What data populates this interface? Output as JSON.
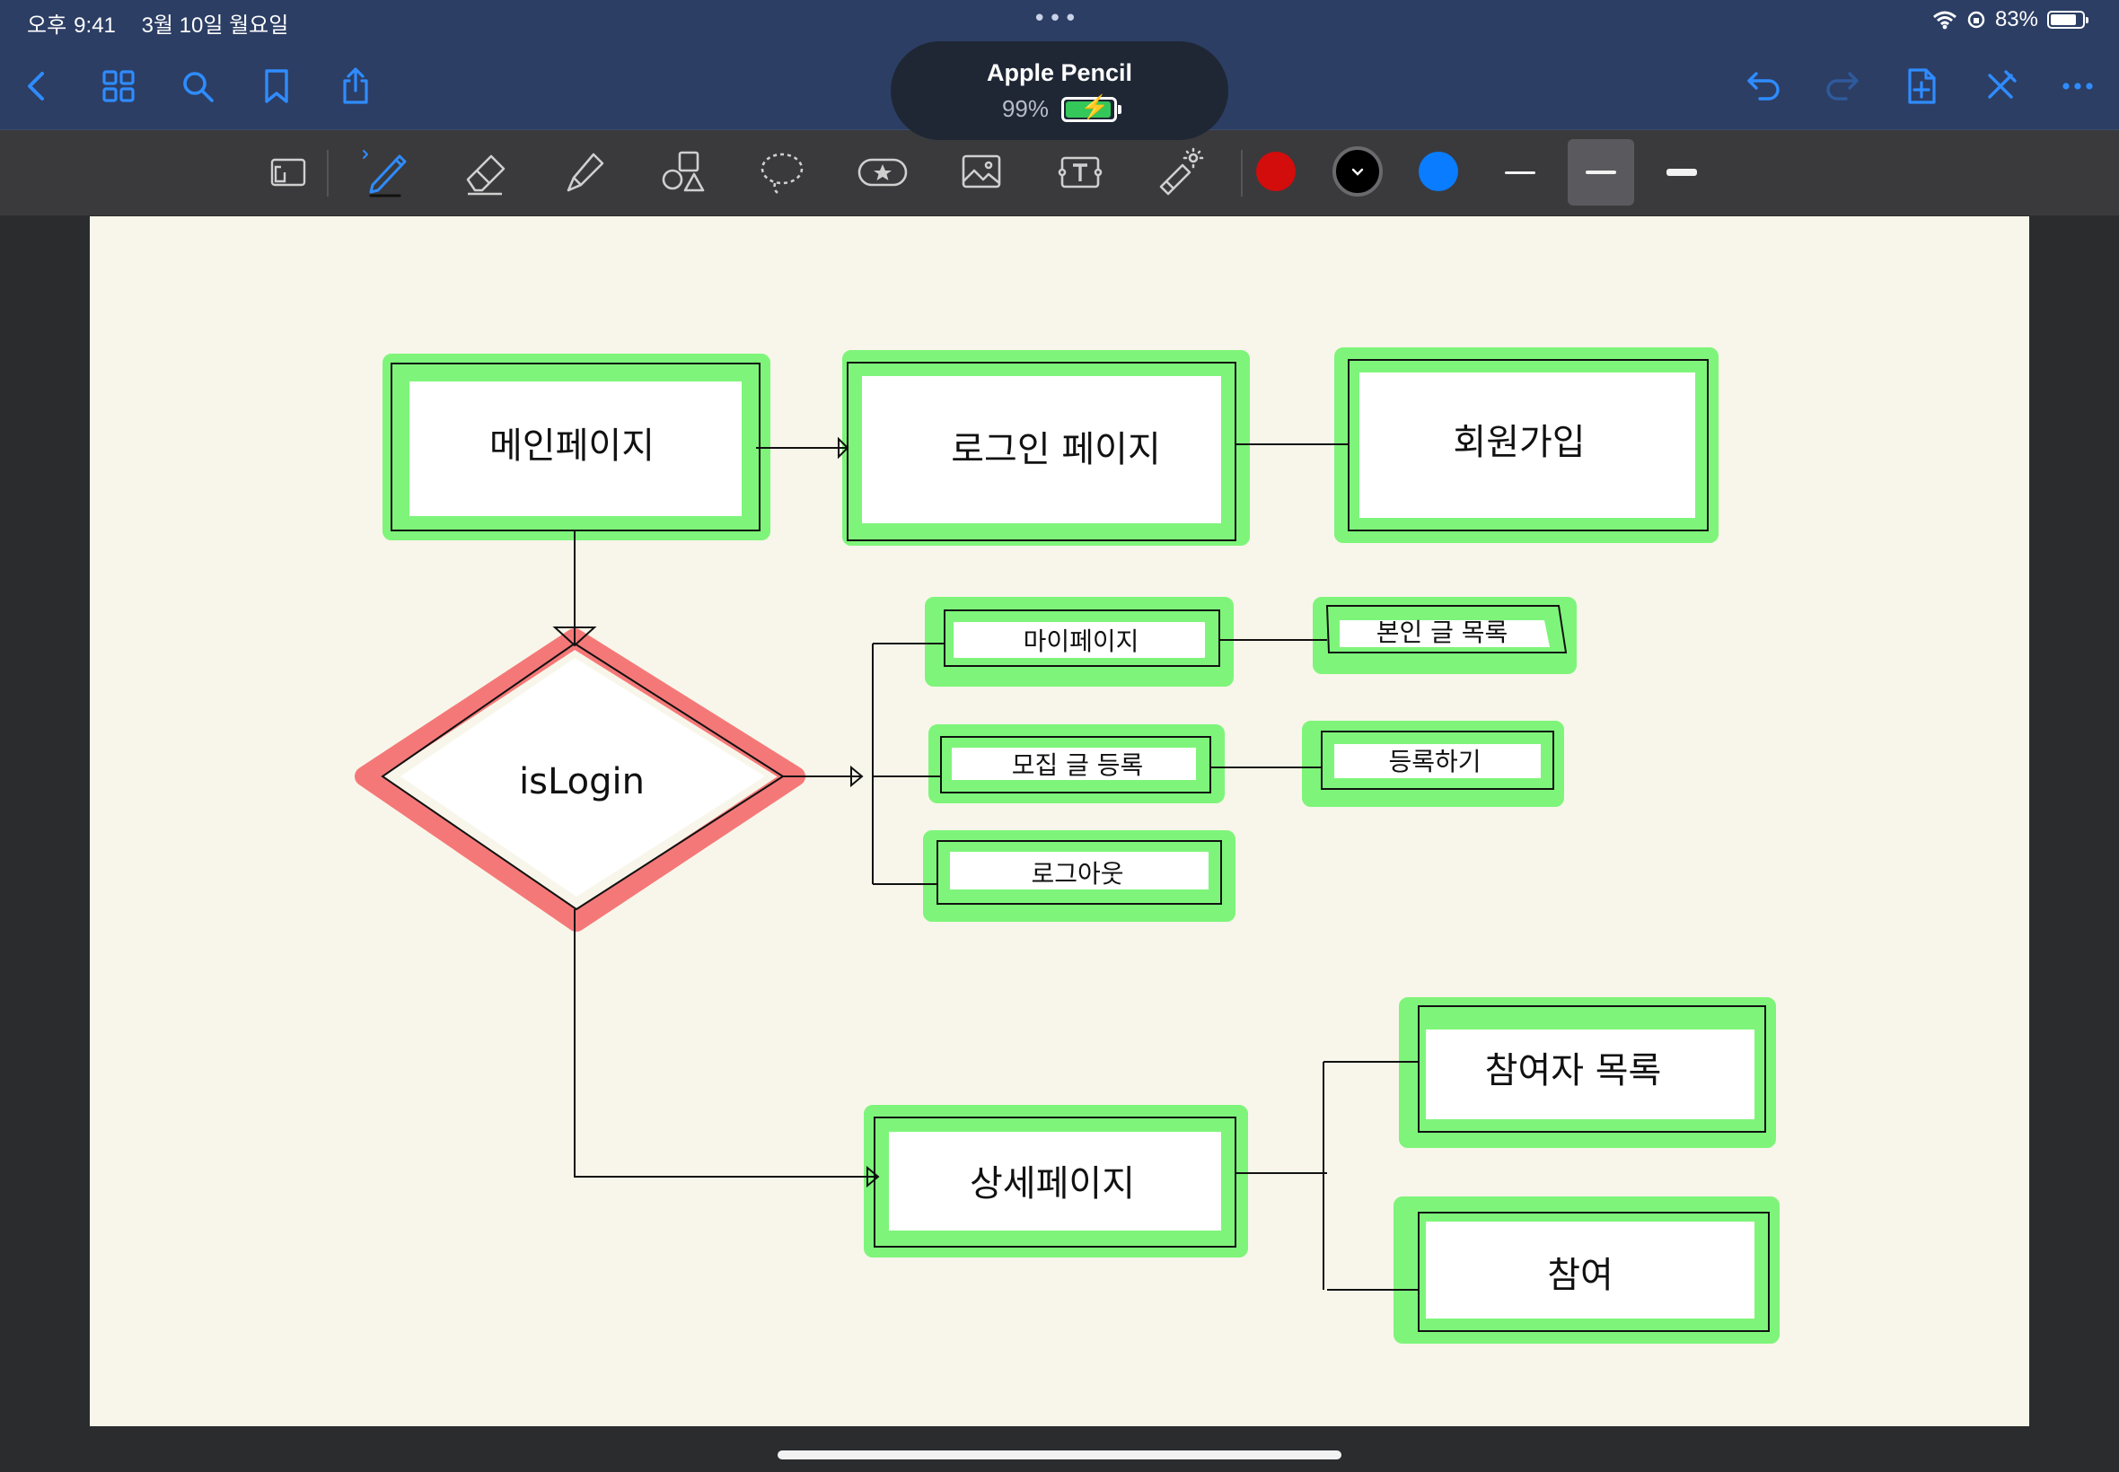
{
  "status_bar": {
    "ampm": "오후",
    "time": "9:41",
    "date": "3월 10일 월요일",
    "battery_pct": "83%",
    "battery_level": 0.83,
    "wifi_icon": "wifi-icon",
    "lock_icon": "orientation-lock-icon"
  },
  "nav": {
    "left_icons": [
      "back-chevron-icon",
      "grid-icon",
      "search-icon",
      "bookmark-icon",
      "share-icon"
    ],
    "right_icons": [
      "undo-icon",
      "redo-icon",
      "add-page-icon",
      "close-pen-icon",
      "more-icon"
    ]
  },
  "pencil_popup": {
    "name": "Apple Pencil",
    "battery": "99%",
    "battery_level": 0.99
  },
  "toolbar": {
    "tools": [
      "page-layout-icon",
      "pen-icon",
      "eraser-icon",
      "highlighter-icon",
      "shapes-icon",
      "lasso-icon",
      "sticker-icon",
      "image-icon",
      "text-icon",
      "laser-pointer-icon"
    ],
    "selected_tool": "pen-icon",
    "colors": [
      "#d30c0c",
      "#000000",
      "#0a7cff"
    ],
    "selected_color": "#000000",
    "stroke_sizes": [
      "thin",
      "medium",
      "thick"
    ],
    "selected_stroke": "medium"
  },
  "diagram": {
    "highlight_green": "#7ef57a",
    "highlight_red": "#f57878",
    "nodes": {
      "main": "메인페이지",
      "login": "로그인 페이지",
      "signup": "회원가입",
      "islogin": "isLogin",
      "mypage": "마이페이지",
      "my_posts": "본인 글 목록",
      "recruit_post": "모집 글 등록",
      "register": "등록하기",
      "logout": "로그아웃",
      "detail": "상세페이지",
      "participants": "참여자 목록",
      "join": "참여"
    }
  }
}
